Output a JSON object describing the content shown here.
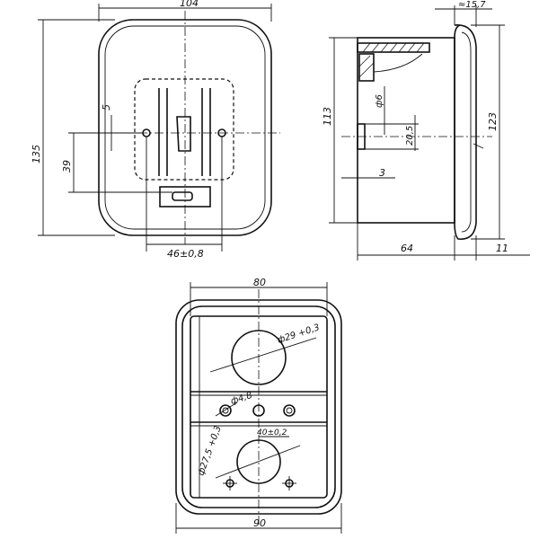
{
  "front_view": {
    "dims": {
      "width": "104",
      "height": "135",
      "offset": "39",
      "mark": "5",
      "spacing": "46±0,8"
    }
  },
  "side_view": {
    "dims": {
      "top": "≈15,7",
      "height": "113",
      "hole_dia": "ф6",
      "hole_height": "20,5",
      "inner": "123",
      "depth": "64",
      "flange": "11",
      "gap": "3"
    }
  },
  "back_view": {
    "dims": {
      "width_top": "80",
      "width_bottom": "90",
      "big_hole": "ф29 +0,3",
      "small_hole": "ф4,8",
      "spacing": "40±0,2",
      "mid_hole": "ф27,5 +0,3"
    }
  }
}
